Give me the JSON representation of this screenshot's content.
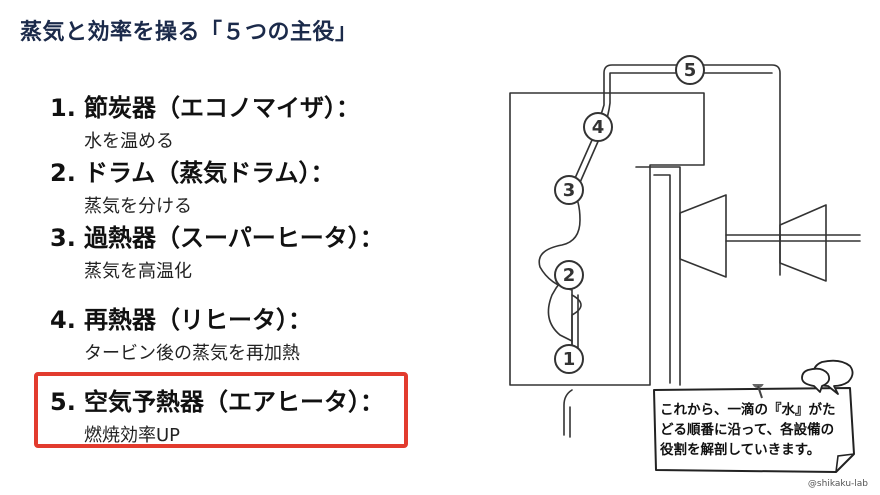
{
  "title": "蒸気と効率を操る「５つの主役」",
  "items": [
    {
      "num": "1.",
      "name": "節炭器（エコノマイザ）：",
      "desc": "水を温める"
    },
    {
      "num": "2.",
      "name": "ドラム（蒸気ドラム）：",
      "desc": "蒸気を分ける"
    },
    {
      "num": "3.",
      "name": "過熱器（スーパーヒータ）：",
      "desc": "蒸気を高温化"
    },
    {
      "num": "4.",
      "name": "再熱器（リヒータ）：",
      "desc": "タービン後の蒸気を再加熱"
    },
    {
      "num": "5.",
      "name": "空気予熱器（エアヒータ）：",
      "desc": "燃焼効率UP"
    }
  ],
  "diagram": {
    "markers": [
      "1",
      "2",
      "3",
      "4",
      "5"
    ]
  },
  "note": {
    "line1": "これから、一滴の『水』がた",
    "line2": "どる順番に沿って、各設備の",
    "line3": "役割を解剖していきます。"
  },
  "credit": "@shikaku-lab",
  "colors": {
    "title": "#1b2a4a",
    "highlight": "#e23b2e"
  }
}
